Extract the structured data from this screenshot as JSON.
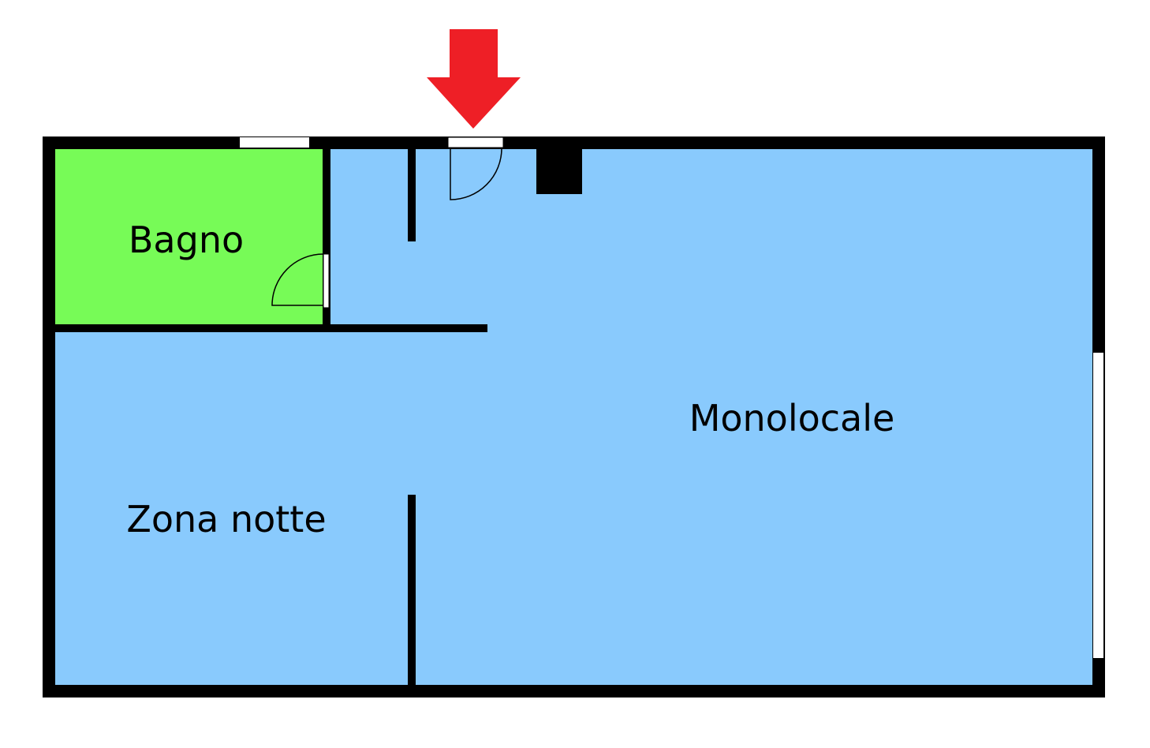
{
  "floorplan": {
    "rooms": [
      {
        "key": "bagno",
        "label": "Bagno",
        "color": "#77fb57"
      },
      {
        "key": "monolocale",
        "label": "Monolocale",
        "color": "#89cafd"
      },
      {
        "key": "zona_notte",
        "label": "Zona notte",
        "color": "#89cafd"
      }
    ],
    "wall_color": "#000000",
    "opening_color": "#ffffff",
    "entrance_marker": {
      "icon": "arrow-down-icon",
      "color": "#ee1f26"
    }
  }
}
